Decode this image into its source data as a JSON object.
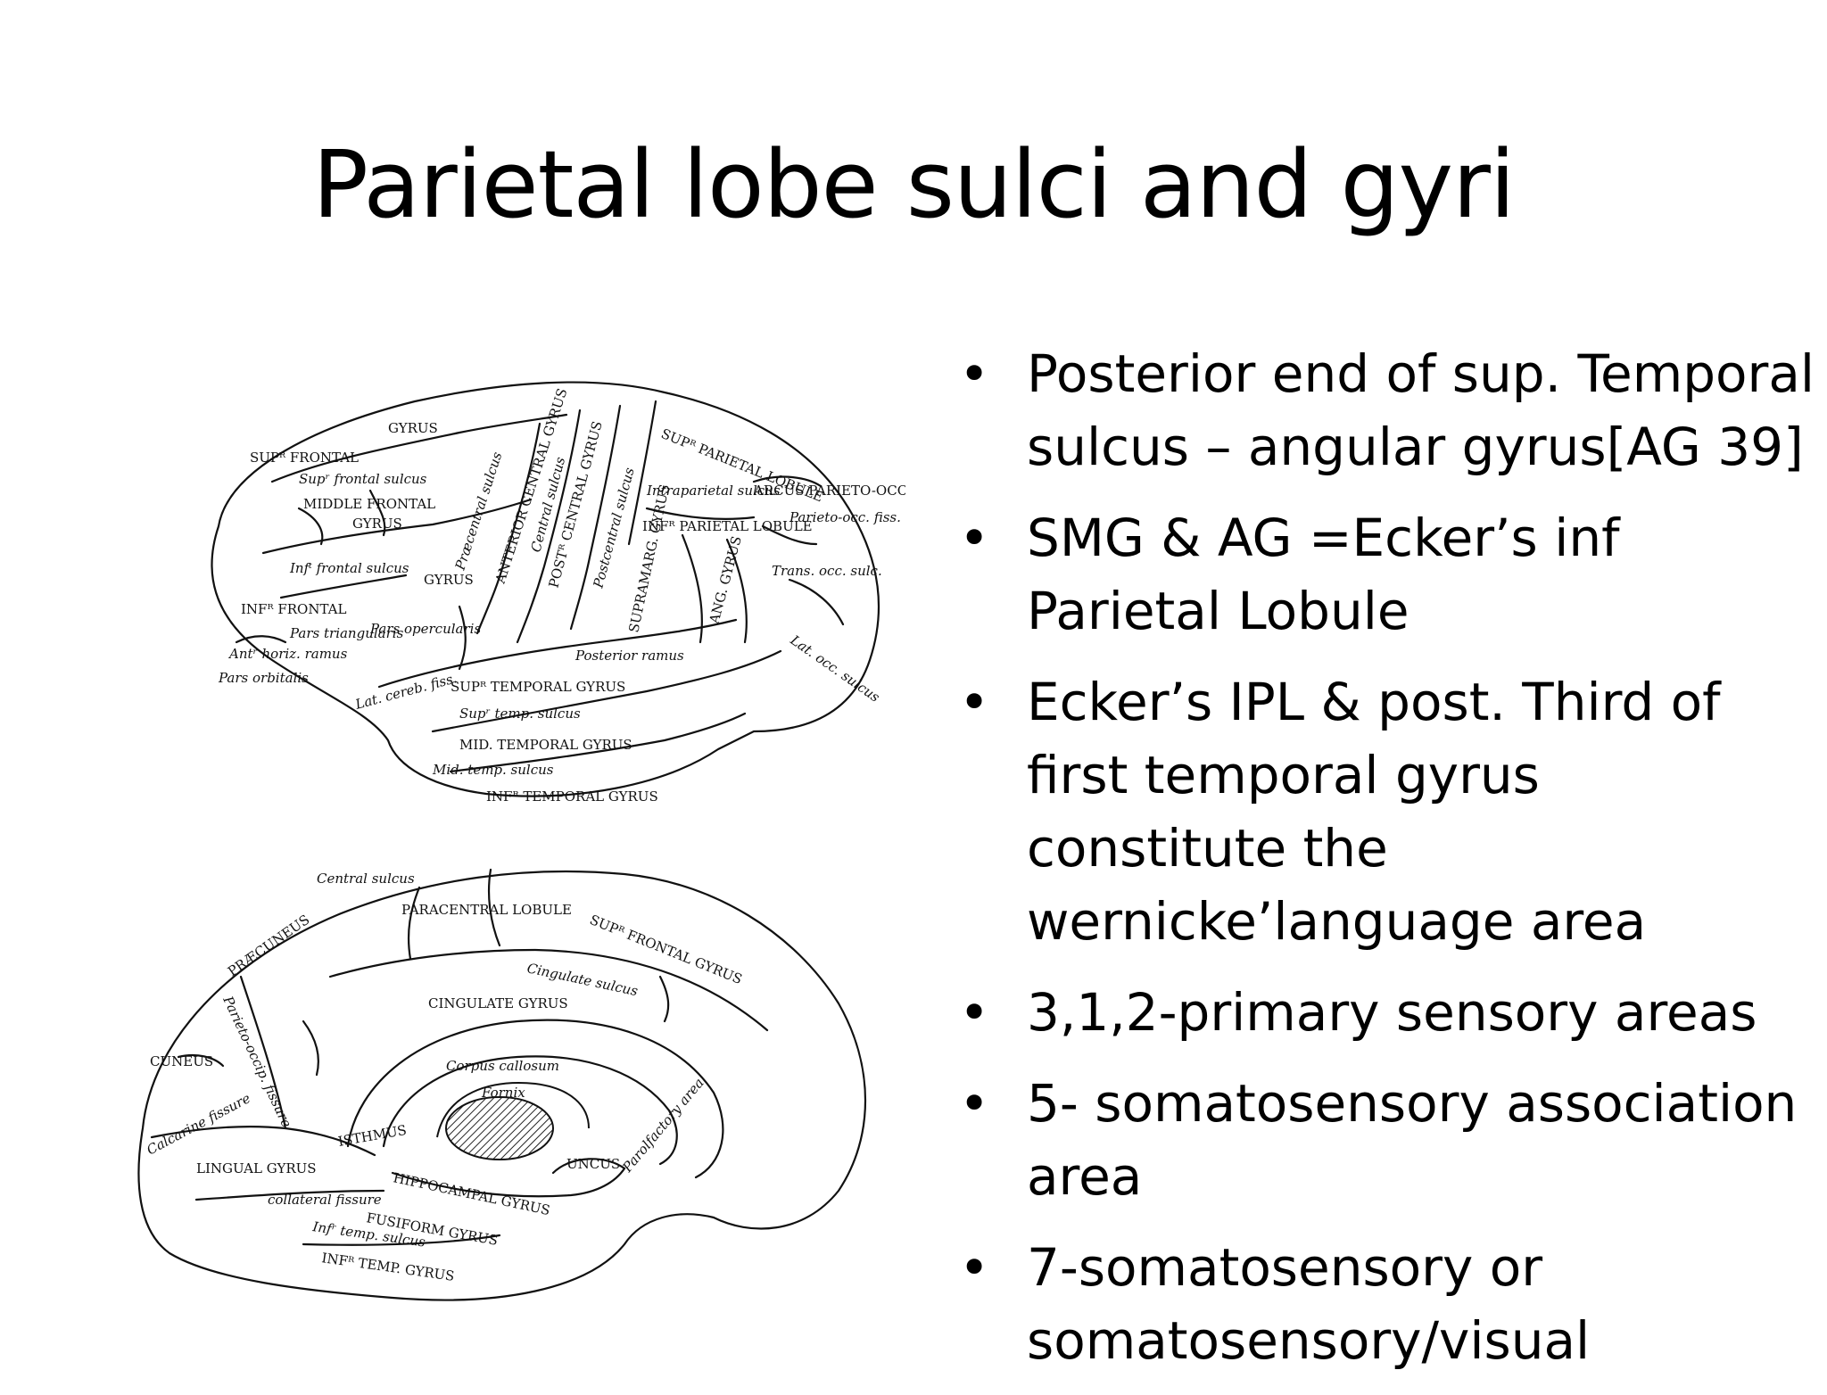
{
  "slide": {
    "title": "Parietal lobe sulci and gyri"
  },
  "bullets": [
    {
      "marker": "•",
      "text": "Posterior end of sup. Temporal sulcus – angular gyrus[AG 39]"
    },
    {
      "marker": "•",
      "text": "SMG  & AG =Ecker’s inf Parietal Lobule"
    },
    {
      "marker": "•",
      "text": "Ecker’s IPL & post. Third of first temporal gyrus constitute the wernicke’language area"
    },
    {
      "marker": "•",
      "text": "3,1,2-primary sensory areas"
    },
    {
      "marker": "•",
      "text": "5- somatosensory association area"
    },
    {
      "marker": "•",
      "text": "7-somatosensory or somatosensory/visual"
    }
  ],
  "lateral_figure": {
    "labels": {
      "sup_frontal": "SUPᴿ FRONTAL",
      "gyrus_top": "GYRUS",
      "supr_frontal_sulcus": "Supʳ frontal sulcus",
      "middle_frontal": "MIDDLE FRONTAL",
      "gyrus_mid": "GYRUS",
      "inf_frontal_sulcus": "Infᵗ frontal sulcus",
      "inf_frontal": "INFᴿ FRONTAL",
      "gyrus_inf": "GYRUS",
      "pars_triangularis": "Pars triangularis",
      "pars_opercularis": "Pars opercularis",
      "ant_horiz_ramus": "Antʳ horiz. ramus",
      "pars_orbitalis": "Pars orbitalis",
      "precentral_sulcus": "Præcentral sulcus",
      "anterior_central_gyrus": "ANTERIOR CENTRAL GYRUS",
      "central_sulcus": "Central sulcus",
      "post_central_gyrus": "POSTᴿ CENTRAL GYRUS",
      "postcentral_sulcus": "Postcentral sulcus",
      "sup_parietal_lobule": "SUPᴿ PARIETAL LOBULE",
      "intraparietal_sulcus": "Intraparietal sulcus",
      "inf_parietal_lobule": "INFᴿ PARIETAL LOBULE",
      "supramarg_gyrus": "SUPRAMARG. GYRUS",
      "ang_gyrus": "ANG. GYRUS",
      "arcus_parieto_occ": "ARCUS PARIETO-OCC.",
      "parieto_occ_fiss": "Parieto-occ. fiss.",
      "trans_occ_sulc": "Trans. occ. sulc.",
      "lat_occ_sulcus": "Lat. occ. sulcus",
      "posterior_ramus": "Posterior ramus",
      "lat_cereb_fiss": "Lat. cereb. fiss.",
      "sup_temporal_gyrus": "SUPᴿ TEMPORAL GYRUS",
      "supr_temp_sulcus": "Supʳ temp. sulcus",
      "mid_temporal_gyrus": "MID. TEMPORAL GYRUS",
      "mid_temp_sulcus": "Mid. temp. sulcus",
      "inf_temporal_gyrus": "INFᴿ TEMPORAL GYRUS"
    }
  },
  "medial_figure": {
    "labels": {
      "central_sulcus": "Central sulcus",
      "paracentral_lobule": "PARACENTRAL LOBULE",
      "sup_frontal_gyrus": "SUPᴿ FRONTAL GYRUS",
      "praecuneus": "PRÆCUNEUS",
      "cingulate_sulcus": "Cingulate sulcus",
      "cingulate_gyrus": "CINGULATE GYRUS",
      "parieto_occ_fissure": "Parieto-occip. fissure",
      "cuneus": "CUNEUS",
      "corpus_callosum": "Corpus callosum",
      "fornix": "Fornix",
      "calcarine_fissure": "Calcarine fissure",
      "isthmus": "ISTHMUS",
      "lingual_gyrus": "LINGUAL GYRUS",
      "collateral_fissure": "collateral fissure",
      "hippocampal_gyrus": "HIPPOCAMPAL GYRUS",
      "uncus": "UNCUS",
      "parolfactory_area": "Parolfactory area",
      "fusiform_gyrus": "FUSIFORM GYRUS",
      "inf_temp_sulcus": "Infʳ temp. sulcus",
      "inf_temp_gyrus": "INFᴿ TEMP. GYRUS"
    }
  }
}
